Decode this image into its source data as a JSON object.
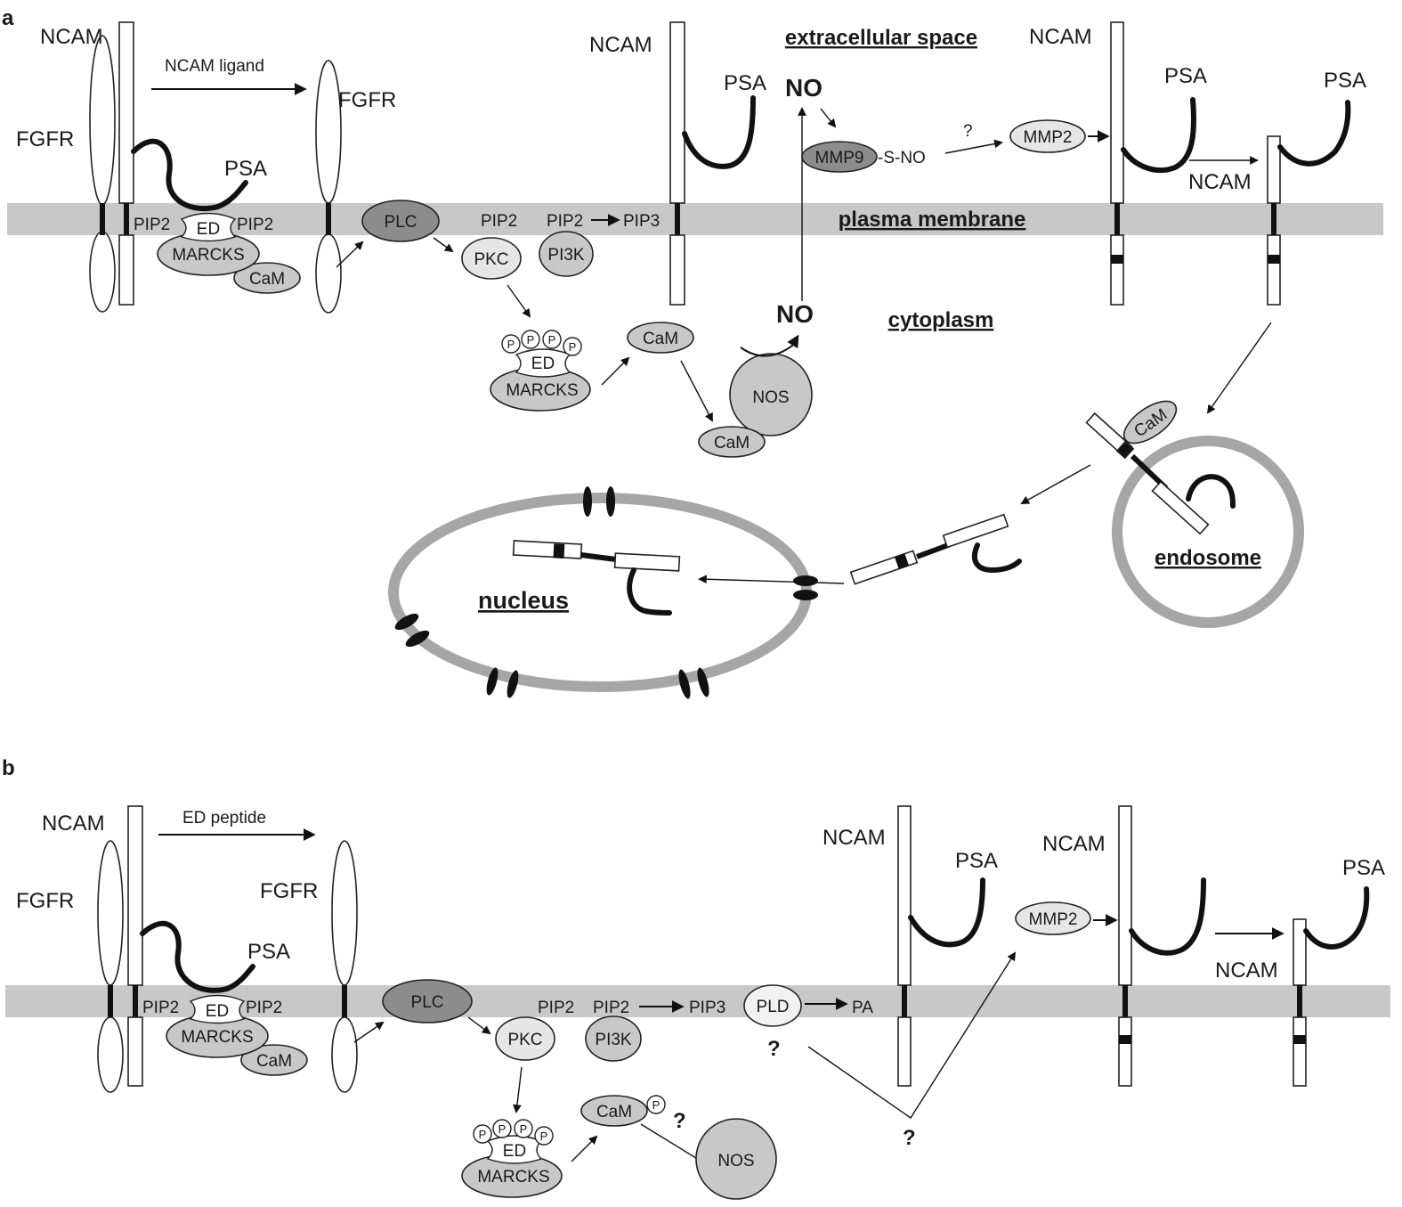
{
  "panels": {
    "a": {
      "label": "a",
      "ncam_1": "NCAM",
      "fgfr_1": "FGFR",
      "ncam_ligand": "NCAM ligand",
      "fgfr_2": "FGFR",
      "psa_1": "PSA",
      "pip2_left": "PIP2",
      "ed": "ED",
      "pip2_right": "PIP2",
      "marcks": "MARCKS",
      "cam_1": "CaM",
      "plc": "PLC",
      "pkc": "PKC",
      "pip2_a": "PIP2",
      "pip2_b": "PIP2",
      "pip3": "PIP3",
      "pi3k": "PI3K",
      "p": "P",
      "ed_2": "ED",
      "marcks_2": "MARCKS",
      "cam_2": "CaM",
      "cam_3": "CaM",
      "nos": "NOS",
      "no_1": "NO",
      "no_2": "NO",
      "ncam_2": "NCAM",
      "psa_2": "PSA",
      "extracellular": "extracellular space",
      "plasma_membrane": "plasma membrane",
      "cytoplasm": "cytoplasm",
      "mmp9": "MMP9",
      "sno": "-S-NO",
      "question": "?",
      "mmp2": "MMP2",
      "ncam_3": "NCAM",
      "psa_3": "PSA",
      "psa_4": "PSA",
      "ncam_4": "NCAM",
      "cam_4": "CaM",
      "endosome": "endosome",
      "nucleus": "nucleus"
    },
    "b": {
      "label": "b",
      "ncam_1": "NCAM",
      "ed_peptide": "ED peptide",
      "fgfr_1": "FGFR",
      "fgfr_2": "FGFR",
      "psa_1": "PSA",
      "pip2_left": "PIP2",
      "ed": "ED",
      "pip2_right": "PIP2",
      "marcks": "MARCKS",
      "cam_1": "CaM",
      "plc": "PLC",
      "pkc": "PKC",
      "pip2_a": "PIP2",
      "pip2_b": "PIP2",
      "pip3": "PIP3",
      "pi3k": "PI3K",
      "pld": "PLD",
      "pa": "PA",
      "q1": "?",
      "p": "P",
      "ed_2": "ED",
      "marcks_2": "MARCKS",
      "cam_2": "CaM",
      "q2": "?",
      "nos": "NOS",
      "q3": "?",
      "ncam_2": "NCAM",
      "psa_2": "PSA",
      "ncam_3": "NCAM",
      "mmp2": "MMP2",
      "psa_3": "PSA",
      "ncam_4": "NCAM"
    }
  }
}
